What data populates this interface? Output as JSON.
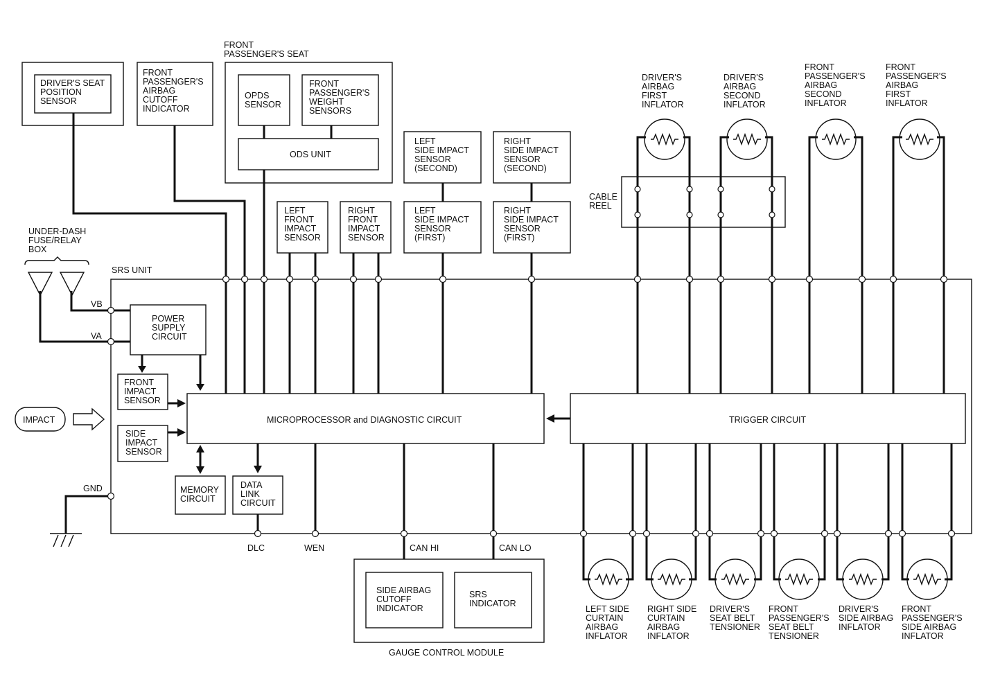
{
  "labels": {
    "drivers_seat_position_sensor": [
      "DRIVER'S SEAT",
      "POSITION",
      "SENSOR"
    ],
    "fp_airbag_cutoff_indicator": [
      "FRONT",
      "PASSENGER'S",
      "AIRBAG",
      "CUTOFF",
      "INDICATOR"
    ],
    "front_passengers_seat": [
      "FRONT",
      "PASSENGER'S SEAT"
    ],
    "opds_sensor": [
      "OPDS",
      "SENSOR"
    ],
    "fp_weight_sensors": [
      "FRONT",
      "PASSENGER'S",
      "WEIGHT",
      "SENSORS"
    ],
    "ods_unit": [
      "ODS UNIT"
    ],
    "left_side_impact_second": [
      "LEFT",
      "SIDE IMPACT",
      "SENSOR",
      "(SECOND)"
    ],
    "right_side_impact_second": [
      "RIGHT",
      "SIDE IMPACT",
      "SENSOR",
      "(SECOND)"
    ],
    "left_front_impact_sensor": [
      "LEFT",
      "FRONT",
      "IMPACT",
      "SENSOR"
    ],
    "right_front_impact_sensor": [
      "RIGHT",
      "FRONT",
      "IMPACT",
      "SENSOR"
    ],
    "left_side_impact_first": [
      "LEFT",
      "SIDE IMPACT",
      "SENSOR",
      "(FIRST)"
    ],
    "right_side_impact_first": [
      "RIGHT",
      "SIDE IMPACT",
      "SENSOR",
      "(FIRST)"
    ],
    "drivers_airbag_first_inflator": [
      "DRIVER'S",
      "AIRBAG",
      "FIRST",
      "INFLATOR"
    ],
    "drivers_airbag_second_inflator": [
      "DRIVER'S",
      "AIRBAG",
      "SECOND",
      "INFLATOR"
    ],
    "fp_airbag_second_inflator": [
      "FRONT",
      "PASSENGER'S",
      "AIRBAG",
      "SECOND",
      "INFLATOR"
    ],
    "fp_airbag_first_inflator": [
      "FRONT",
      "PASSENGER'S",
      "AIRBAG",
      "FIRST",
      "INFLATOR"
    ],
    "cable_reel": [
      "CABLE",
      "REEL"
    ],
    "under_dash_fuse_relay_box": [
      "UNDER-DASH",
      "FUSE/RELAY",
      "BOX"
    ],
    "srs_unit": [
      "SRS UNIT"
    ],
    "vb": [
      "VB"
    ],
    "va": [
      "VA"
    ],
    "power_supply_circuit": [
      "POWER",
      "SUPPLY",
      "CIRCUIT"
    ],
    "front_impact_sensor": [
      "FRONT",
      "IMPACT",
      "SENSOR"
    ],
    "side_impact_sensor": [
      "SIDE",
      "IMPACT",
      "SENSOR"
    ],
    "impact": [
      "IMPACT"
    ],
    "microprocessor": [
      "MICROPROCESSOR and DIAGNOSTIC CIRCUIT"
    ],
    "trigger_circuit": [
      "TRIGGER CIRCUIT"
    ],
    "memory_circuit": [
      "MEMORY",
      "CIRCUIT"
    ],
    "data_link_circuit": [
      "DATA",
      "LINK",
      "CIRCUIT"
    ],
    "gnd": [
      "GND"
    ],
    "dlc": [
      "DLC"
    ],
    "wen": [
      "WEN"
    ],
    "can_hi": [
      "CAN HI"
    ],
    "can_lo": [
      "CAN LO"
    ],
    "side_airbag_cutoff_indicator": [
      "SIDE AIRBAG",
      "CUTOFF",
      "INDICATOR"
    ],
    "srs_indicator": [
      "SRS",
      "INDICATOR"
    ],
    "gauge_control_module": [
      "GAUGE CONTROL MODULE"
    ],
    "left_side_curtain_airbag_inflator": [
      "LEFT SIDE",
      "CURTAIN",
      "AIRBAG",
      "INFLATOR"
    ],
    "right_side_curtain_airbag_inflator": [
      "RIGHT SIDE",
      "CURTAIN",
      "AIRBAG",
      "INFLATOR"
    ],
    "drivers_seat_belt_tensioner": [
      "DRIVER'S",
      "SEAT BELT",
      "TENSIONER"
    ],
    "fp_seat_belt_tensioner": [
      "FRONT",
      "PASSENGER'S",
      "SEAT BELT",
      "TENSIONER"
    ],
    "drivers_side_airbag_inflator": [
      "DRIVER'S",
      "SIDE AIRBAG",
      "INFLATOR"
    ],
    "fp_side_airbag_inflator": [
      "FRONT",
      "PASSENGER'S",
      "SIDE AIRBAG",
      "INFLATOR"
    ]
  }
}
